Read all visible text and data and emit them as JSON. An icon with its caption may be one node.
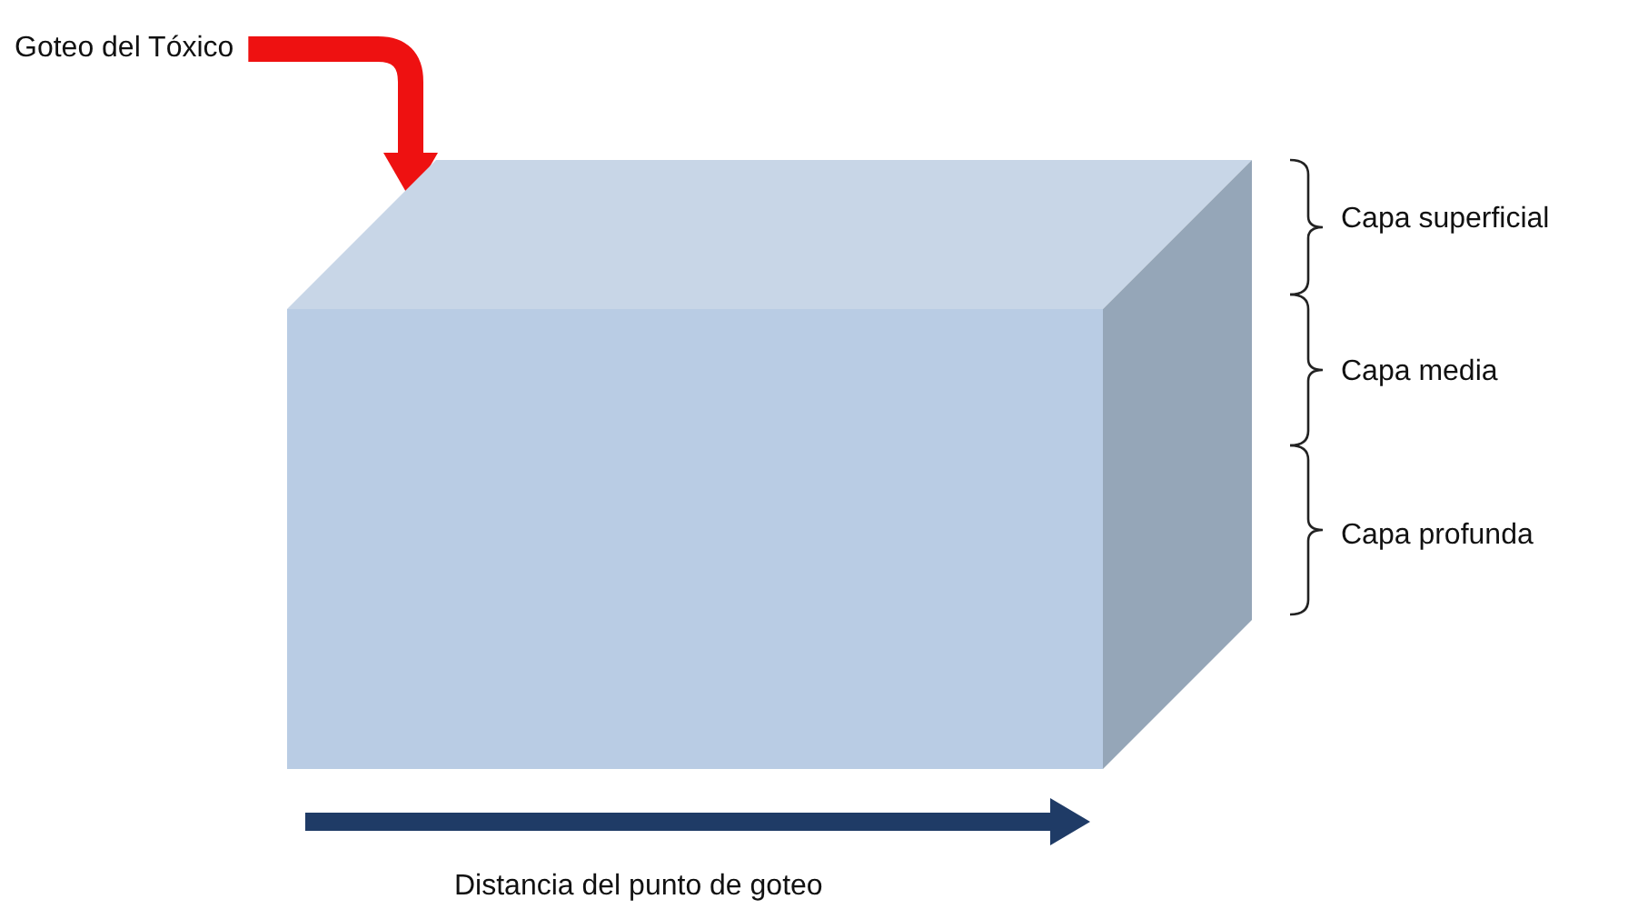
{
  "diagram": {
    "nodes": [
      {
        "text": [
          "Goteo del Tóxico"
        ]
      },
      {
        "text": [],
        "shape": "box"
      }
    ],
    "edges": [
      {
        "from": 0,
        "to": 1,
        "arrow": "to"
      }
    ],
    "labels": [
      "Capa superficial",
      "Capa media",
      "Capa profunda",
      "Distancia del punto de goteo"
    ]
  }
}
